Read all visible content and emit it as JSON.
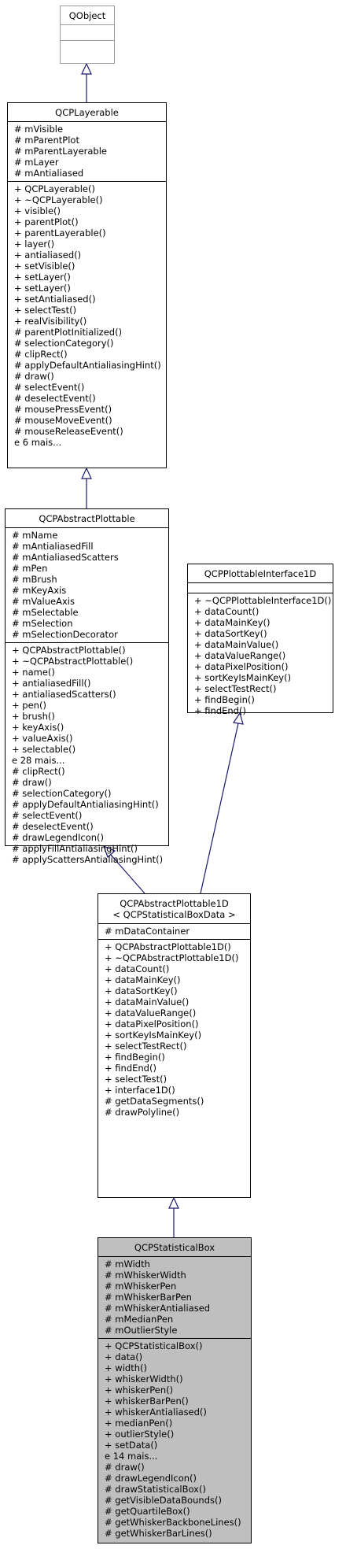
{
  "classes": {
    "qobject": {
      "title": [
        "QObject"
      ],
      "attributes": [],
      "methods": []
    },
    "layerable": {
      "title": [
        "QCPLayerable"
      ],
      "attributes": [
        "# mVisible",
        "# mParentPlot",
        "# mParentLayerable",
        "# mLayer",
        "# mAntialiased"
      ],
      "methods": [
        "+ QCPLayerable()",
        "+ ~QCPLayerable()",
        "+ visible()",
        "+ parentPlot()",
        "+ parentLayerable()",
        "+ layer()",
        "+ antialiased()",
        "+ setVisible()",
        "+ setLayer()",
        "+ setLayer()",
        "+ setAntialiased()",
        "+ selectTest()",
        "+ realVisibility()",
        "# parentPlotInitialized()",
        "# selectionCategory()",
        "# clipRect()",
        "# applyDefaultAntialiasingHint()",
        "# draw()",
        "# selectEvent()",
        "# deselectEvent()",
        "# mousePressEvent()",
        "# mouseMoveEvent()",
        "# mouseReleaseEvent()",
        "e 6 mais..."
      ]
    },
    "abstract_plottable": {
      "title": [
        "QCPAbstractPlottable"
      ],
      "attributes": [
        "# mName",
        "# mAntialiasedFill",
        "# mAntialiasedScatters",
        "# mPen",
        "# mBrush",
        "# mKeyAxis",
        "# mValueAxis",
        "# mSelectable",
        "# mSelection",
        "# mSelectionDecorator"
      ],
      "methods": [
        "+ QCPAbstractPlottable()",
        "+ ~QCPAbstractPlottable()",
        "+ name()",
        "+ antialiasedFill()",
        "+ antialiasedScatters()",
        "+ pen()",
        "+ brush()",
        "+ keyAxis()",
        "+ valueAxis()",
        "+ selectable()",
        "e 28 mais...",
        "# clipRect()",
        "# draw()",
        "# selectionCategory()",
        "# applyDefaultAntialiasingHint()",
        "# selectEvent()",
        "# deselectEvent()",
        "# drawLegendIcon()",
        "# applyFillAntialiasingHint()",
        "# applyScattersAntialiasingHint()"
      ]
    },
    "plottable_interface": {
      "title": [
        "QCPPlottableInterface1D"
      ],
      "attributes": [],
      "methods": [
        "+ ~QCPPlottableInterface1D()",
        "+ dataCount()",
        "+ dataMainKey()",
        "+ dataSortKey()",
        "+ dataMainValue()",
        "+ dataValueRange()",
        "+ dataPixelPosition()",
        "+ sortKeyIsMainKey()",
        "+ selectTestRect()",
        "+ findBegin()",
        "+ findEnd()"
      ]
    },
    "abstract_plottable_1d": {
      "title": [
        "QCPAbstractPlottable1D",
        "< QCPStatisticalBoxData >"
      ],
      "attributes": [
        "# mDataContainer"
      ],
      "methods": [
        "+ QCPAbstractPlottable1D()",
        "+ ~QCPAbstractPlottable1D()",
        "+ dataCount()",
        "+ dataMainKey()",
        "+ dataSortKey()",
        "+ dataMainValue()",
        "+ dataValueRange()",
        "+ dataPixelPosition()",
        "+ sortKeyIsMainKey()",
        "+ selectTestRect()",
        "+ findBegin()",
        "+ findEnd()",
        "+ selectTest()",
        "+ interface1D()",
        "# getDataSegments()",
        "# drawPolyline()"
      ]
    },
    "statistical_box": {
      "title": [
        "QCPStatisticalBox"
      ],
      "attributes": [
        "# mWidth",
        "# mWhiskerWidth",
        "# mWhiskerPen",
        "# mWhiskerBarPen",
        "# mWhiskerAntialiased",
        "# mMedianPen",
        "# mOutlierStyle"
      ],
      "methods": [
        "+ QCPStatisticalBox()",
        "+ data()",
        "+ width()",
        "+ whiskerWidth()",
        "+ whiskerPen()",
        "+ whiskerBarPen()",
        "+ whiskerAntialiased()",
        "+ medianPen()",
        "+ outlierStyle()",
        "+ setData()",
        "e 14 mais...",
        "# draw()",
        "# drawLegendIcon()",
        "# drawStatisticalBox()",
        "# getVisibleDataBounds()",
        "# getQuartileBox()",
        "# getWhiskerBackboneLines()",
        "# getWhiskerBarLines()"
      ]
    }
  },
  "colors": {
    "edge": "#191970",
    "border": "#000000",
    "grey_border": "#9a9a9a",
    "highlight_fill": "#bfbfbf"
  }
}
